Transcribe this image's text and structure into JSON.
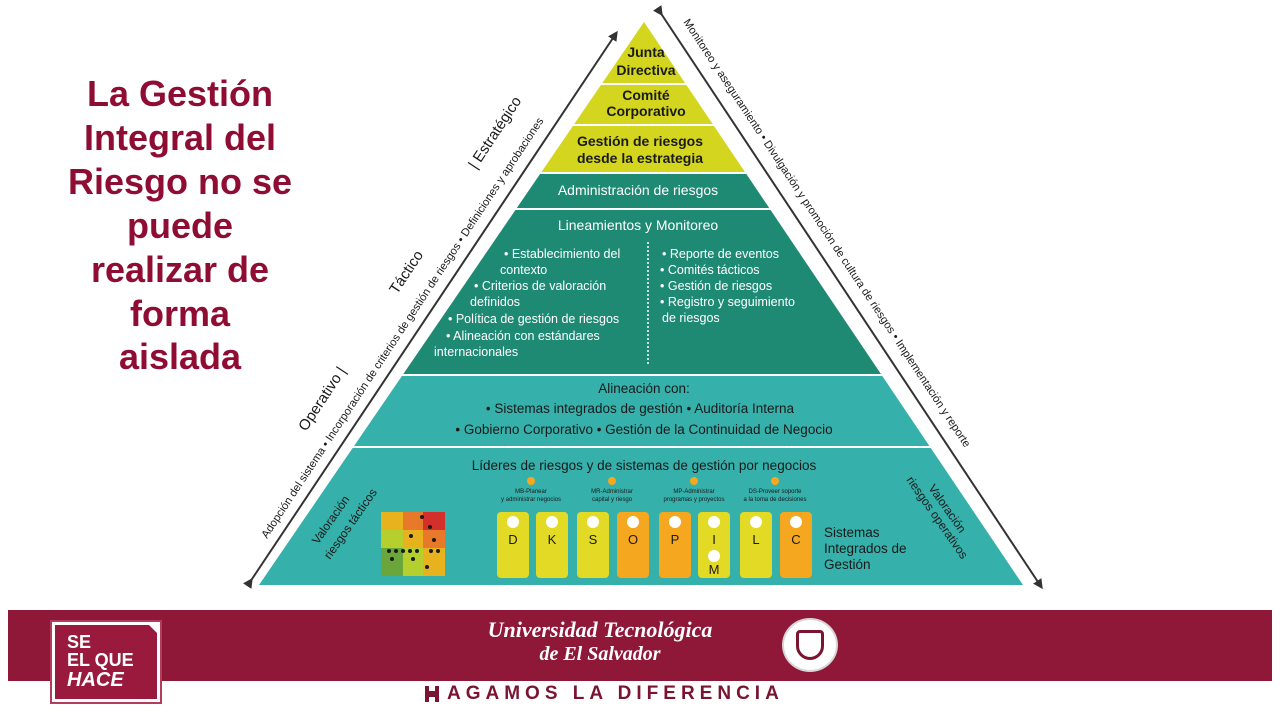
{
  "title_lines": [
    "La Gestión",
    "Integral del",
    "Riesgo no se",
    "puede",
    "realizar de",
    "forma",
    "aislada"
  ],
  "pyramid": {
    "top_levels": [
      {
        "lines": [
          "Junta",
          "Directiva"
        ]
      },
      {
        "lines": [
          "Comité",
          "Corporativo"
        ]
      },
      {
        "lines": [
          "Gestión de riesgos",
          "desde la estrategia"
        ]
      }
    ],
    "admin": "Administración de riesgos",
    "lineamientos_title": "Lineamientos y Monitoreo",
    "left_bullets": [
      "• Establecimiento del",
      "contexto",
      "• Criterios de valoración",
      "definidos",
      "• Política de gestión de riesgos",
      "• Alineación con estándares",
      "internacionales"
    ],
    "right_bullets": [
      "• Reporte de eventos",
      "• Comités tácticos",
      "• Gestión de riesgos",
      "• Registro y seguimiento",
      "de riesgos"
    ],
    "alignment": [
      "Alineación con:",
      "• Sistemas integrados de gestión •  Auditoría Interna",
      "• Gobierno Corporativo • Gestión de la Continuidad de Negocio"
    ],
    "leaders": "Líderes de riesgos y de sistemas de gestión por negocios",
    "group_labels": [
      {
        "line1": "MB-Planear",
        "line2": "y administrar negocios"
      },
      {
        "line1": "MR-Administrar",
        "line2": "capital y riesgo"
      },
      {
        "line1": "MP-Administrar",
        "line2": "programas y proyectos"
      },
      {
        "line1": "DS-Proveer soporte",
        "line2": "a la toma de decisiones"
      }
    ],
    "system_letters": [
      "D",
      "K",
      "S",
      "O",
      "P",
      "I",
      "M",
      "L",
      "C"
    ],
    "systems_label": [
      "Sistemas",
      "Integrados de",
      "Gestión"
    ],
    "left_corner": [
      "Valoración",
      "riesgos tácticos"
    ],
    "right_corner": [
      "Valoración",
      "riesgos operativos"
    ],
    "left_side_levels": {
      "estrategico": "| Estratégico",
      "tactico": "Táctico",
      "operativo": "Operativo |"
    },
    "left_side_text": "Adopción del sistema • Incorporación de criterios de gestión de riesgos • Definiciones y aprobaciones",
    "right_side_text": "Monitoreo y aseguramiento • Divulgación y promoción de cultura de riesgos • Implementación y reporte",
    "colors": {
      "yellow": "#d3d51f",
      "dark_green": "#1f8a74",
      "teal": "#35b0ab",
      "light_green": "#b4cf2e",
      "orange": "#f4a71f",
      "yellow_box": "#e3da26"
    }
  },
  "footer": {
    "slogan": [
      "SE",
      "EL QUE",
      "HACE"
    ],
    "university_line1": "Universidad Tecnológica",
    "university_line2": "de El Salvador",
    "motto": "AGAMOS LA DIFERENCIA"
  }
}
